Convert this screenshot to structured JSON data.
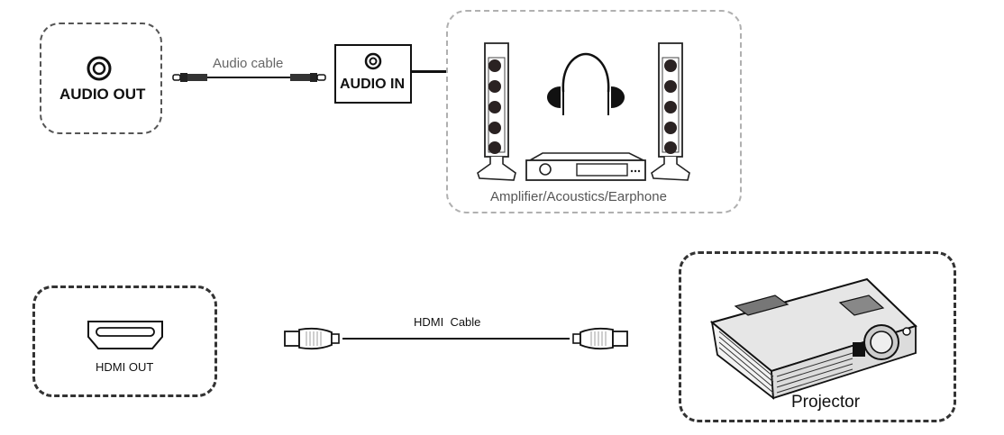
{
  "audio_section": {
    "source": {
      "port_label": "AUDIO OUT",
      "icon": "audio-jack-icon"
    },
    "cable": {
      "label": "Audio cable",
      "icon": "audio-cable-icon"
    },
    "input": {
      "port_label": "AUDIO IN",
      "icon": "audio-jack-icon"
    },
    "destination": {
      "label": "Amplifier/Acoustics/Earphone",
      "devices": [
        "speaker-left-icon",
        "headphones-icon",
        "amplifier-icon",
        "speaker-right-icon"
      ]
    }
  },
  "hdmi_section": {
    "source": {
      "port_label": "HDMI OUT",
      "icon": "hdmi-port-icon"
    },
    "cable": {
      "label": "HDMI  Cable",
      "icon": "hdmi-cable-icon"
    },
    "destination": {
      "label": "Projector",
      "icon": "projector-icon"
    }
  }
}
